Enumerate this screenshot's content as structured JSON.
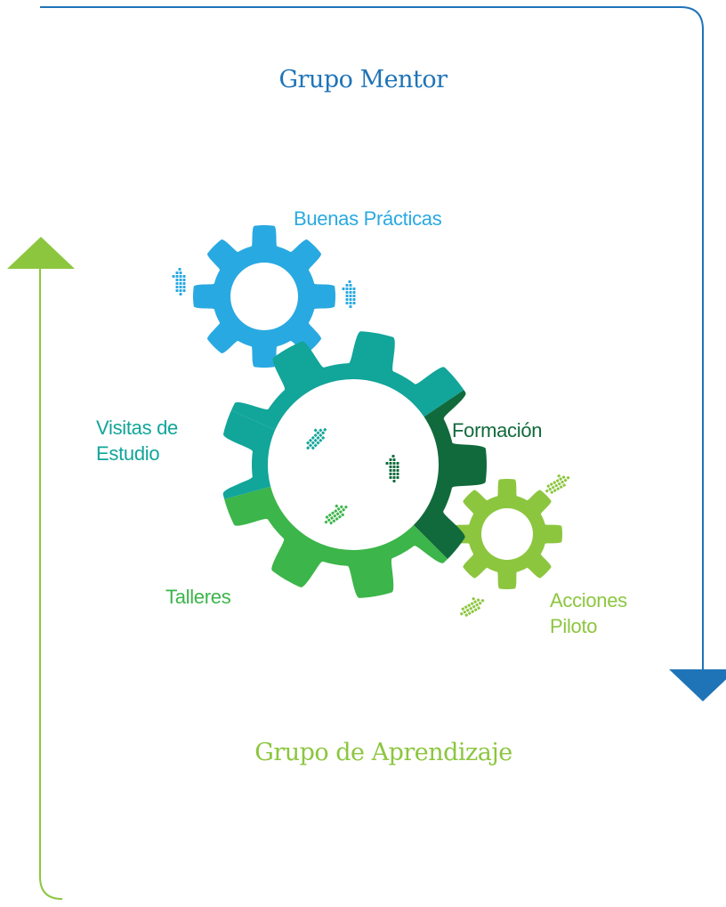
{
  "colors": {
    "mentor_blue": "#1f74b8",
    "learning_green": "#8cc63f",
    "light_blue": "#29a9e1",
    "teal": "#12a59a",
    "dark_green": "#116a3b",
    "medium_green": "#3cb54a",
    "lime_green": "#8cc63f"
  },
  "diagram": {
    "top_group": "Grupo Mentor",
    "bottom_group": "Grupo de Aprendizaje",
    "gears": [
      {
        "label": "Buenas Prácticas",
        "color": "#29a9e1",
        "icon": "arrow-up-icon"
      },
      {
        "label": "Visitas de Estudio",
        "color": "#12a59a",
        "icon": "arrow-up-right-icon"
      },
      {
        "label": "Formación",
        "color": "#116a3b",
        "icon": "arrow-up-icon"
      },
      {
        "label": "Talleres",
        "color": "#3cb54a",
        "icon": "arrow-right-icon"
      },
      {
        "label": "Acciones Piloto",
        "color": "#8cc63f",
        "icon": "arrow-right-icon"
      }
    ]
  }
}
